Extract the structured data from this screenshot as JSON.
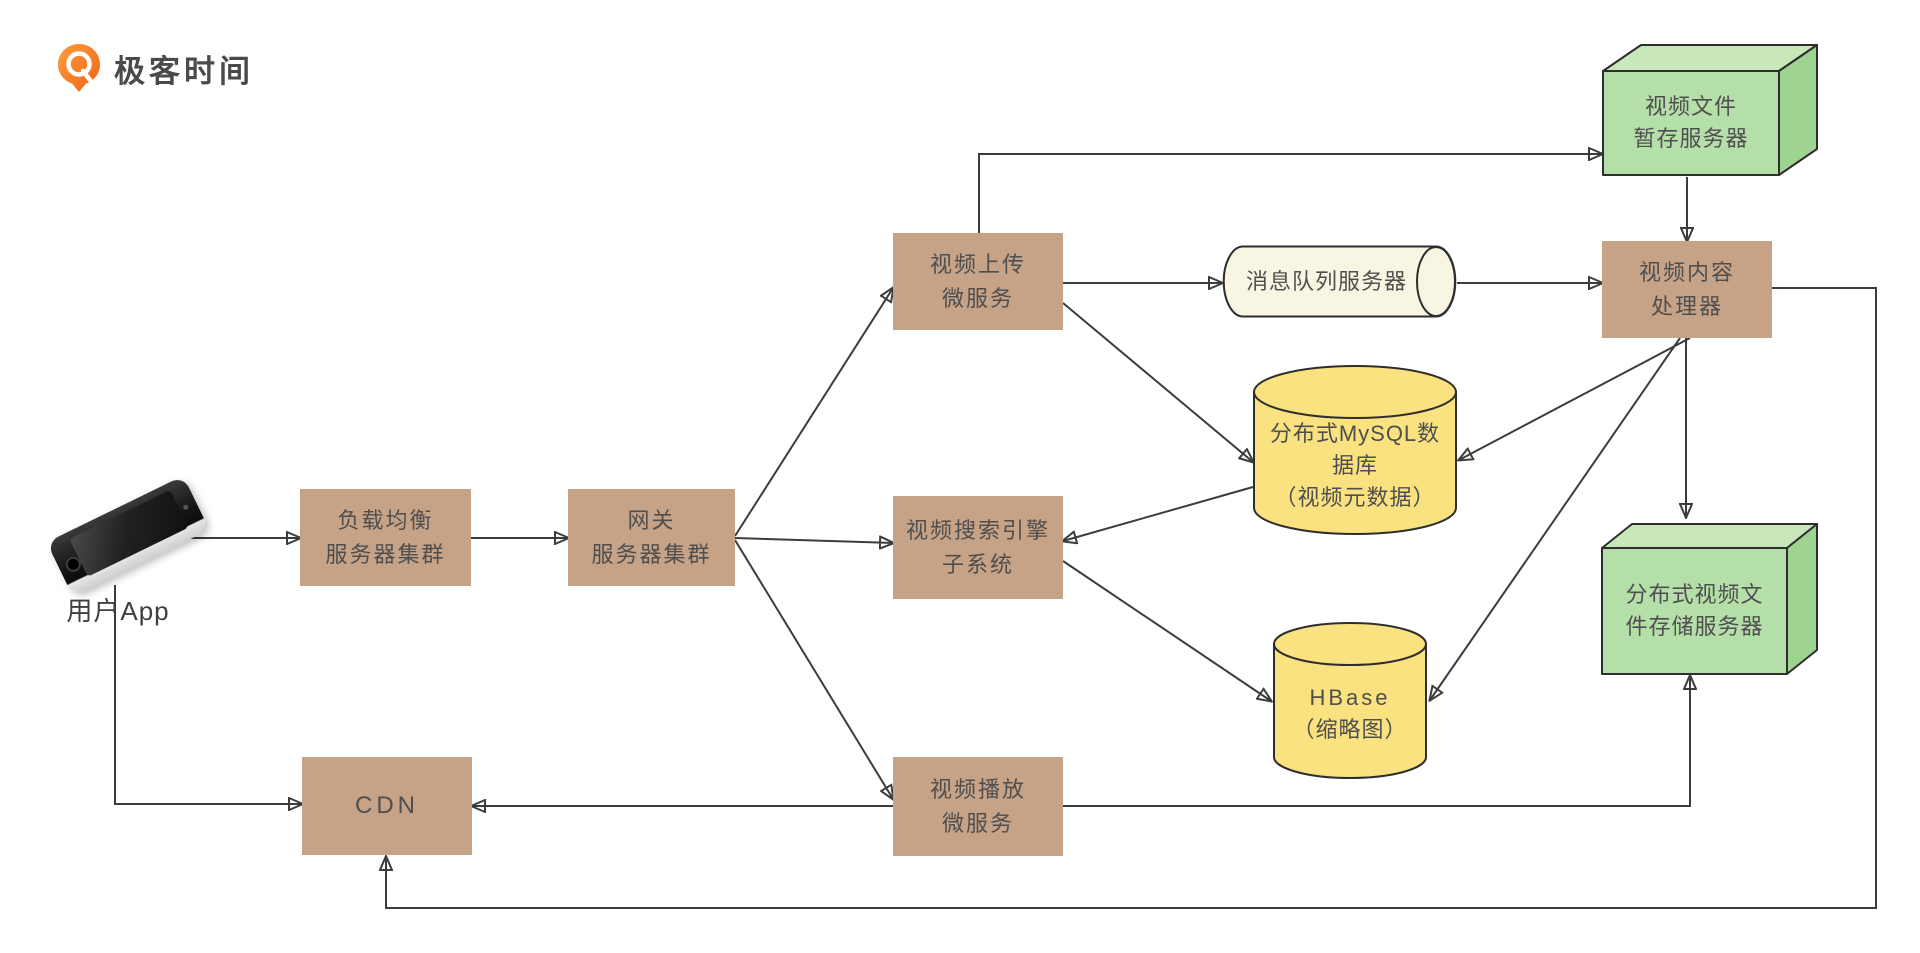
{
  "brand": {
    "name": "极客时间"
  },
  "colors": {
    "canvas_bg": "#ffffff",
    "service_box": "#c6a286",
    "box_text": "#4f4f4f",
    "queue_fill": "#f9f5e3",
    "db_fill": "#f9e27f",
    "storage_front": "#b5dfa8",
    "storage_top": "#c9e8ba",
    "storage_side": "#9fd391",
    "outline": "#2e2e2e",
    "arrow": "#3c3c3c",
    "brand_orange": "#f57120"
  },
  "nodes": {
    "user_app": {
      "label": "用户App"
    },
    "load_balancer": {
      "line1": "负载均衡",
      "line2": "服务器集群"
    },
    "gateway": {
      "line1": "网关",
      "line2": "服务器集群"
    },
    "video_upload": {
      "line1": "视频上传",
      "line2": "微服务"
    },
    "video_search": {
      "line1": "视频搜索引擎",
      "line2": "子系统"
    },
    "video_playback": {
      "line1": "视频播放",
      "line2": "微服务"
    },
    "cdn": {
      "label": "CDN"
    },
    "message_queue": {
      "label": "消息队列服务器"
    },
    "mysql_db": {
      "line1": "分布式MySQL数",
      "line2": "据库",
      "line3": "（视频元数据）"
    },
    "hbase": {
      "line1": "HBase",
      "line2": "（缩略图）"
    },
    "temp_storage": {
      "line1": "视频文件",
      "line2": "暂存服务器"
    },
    "content_processor": {
      "line1": "视频内容",
      "line2": "处理器"
    },
    "dist_storage": {
      "line1": "分布式视频文",
      "line2": "件存储服务器"
    }
  },
  "edges": [
    {
      "from": "user-app",
      "to": "load-balancer"
    },
    {
      "from": "load-balancer",
      "to": "gateway"
    },
    {
      "from": "gateway",
      "to": "video-upload"
    },
    {
      "from": "gateway",
      "to": "video-search"
    },
    {
      "from": "gateway",
      "to": "video-playback"
    },
    {
      "from": "video-upload",
      "to": "temp-storage"
    },
    {
      "from": "temp-storage",
      "to": "content-processor"
    },
    {
      "from": "video-upload",
      "to": "message-queue"
    },
    {
      "from": "message-queue",
      "to": "content-processor"
    },
    {
      "from": "video-upload",
      "to": "mysql-db"
    },
    {
      "from": "mysql-db",
      "to": "video-search"
    },
    {
      "from": "video-search",
      "to": "hbase"
    },
    {
      "from": "content-processor",
      "to": "mysql-db"
    },
    {
      "from": "content-processor",
      "to": "hbase"
    },
    {
      "from": "content-processor",
      "to": "dist-storage"
    },
    {
      "from": "content-processor",
      "to": "cdn"
    },
    {
      "from": "video-playback",
      "to": "dist-storage"
    },
    {
      "from": "video-playback",
      "to": "cdn"
    },
    {
      "from": "user-app",
      "to": "cdn"
    }
  ]
}
